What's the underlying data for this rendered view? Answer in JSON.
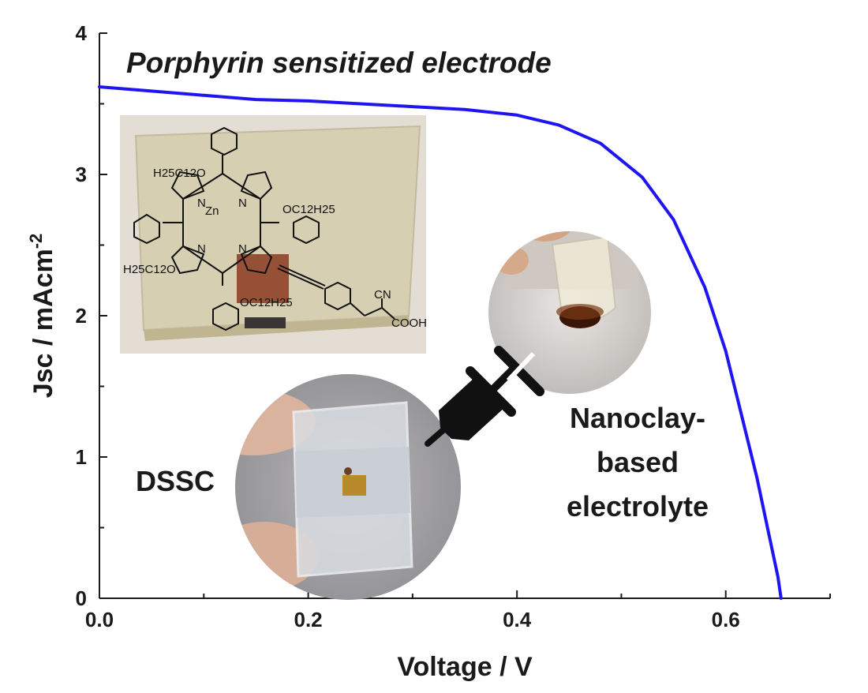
{
  "chart_data": {
    "type": "line",
    "title": "Porphyrin sensitized electrode",
    "xlabel": "Voltage / V",
    "ylabel": "Jsc / mAcm",
    "ylabel_superscript": "-2",
    "xlim": [
      0.0,
      0.7
    ],
    "ylim": [
      0,
      4
    ],
    "x_ticks": [
      "0.0",
      "0.2",
      "0.4",
      "0.6"
    ],
    "y_ticks": [
      "0",
      "1",
      "2",
      "3",
      "4"
    ],
    "series": [
      {
        "color": "#1f14f2",
        "x": [
          0.0,
          0.05,
          0.1,
          0.15,
          0.2,
          0.25,
          0.3,
          0.35,
          0.4,
          0.44,
          0.48,
          0.52,
          0.55,
          0.58,
          0.6,
          0.62,
          0.63,
          0.64,
          0.65,
          0.653
        ],
        "y": [
          3.62,
          3.59,
          3.56,
          3.53,
          3.52,
          3.5,
          3.48,
          3.46,
          3.42,
          3.35,
          3.22,
          2.98,
          2.68,
          2.2,
          1.75,
          1.15,
          0.85,
          0.5,
          0.15,
          0.0
        ]
      }
    ],
    "grid": false,
    "annotations": [
      "DSSC",
      "Nanoclay-",
      "based",
      "electrolyte"
    ]
  },
  "molecule": {
    "metal": "Zn",
    "labels": {
      "n1": "N",
      "n2": "N",
      "n3": "N",
      "n4": "N",
      "oc_top_left": "H25C12O",
      "oc_right": "OC12H25",
      "oc_left": "H25C12O",
      "oc_bottom": "OC12H25",
      "cn": "CN",
      "cooh": "COOH"
    }
  }
}
